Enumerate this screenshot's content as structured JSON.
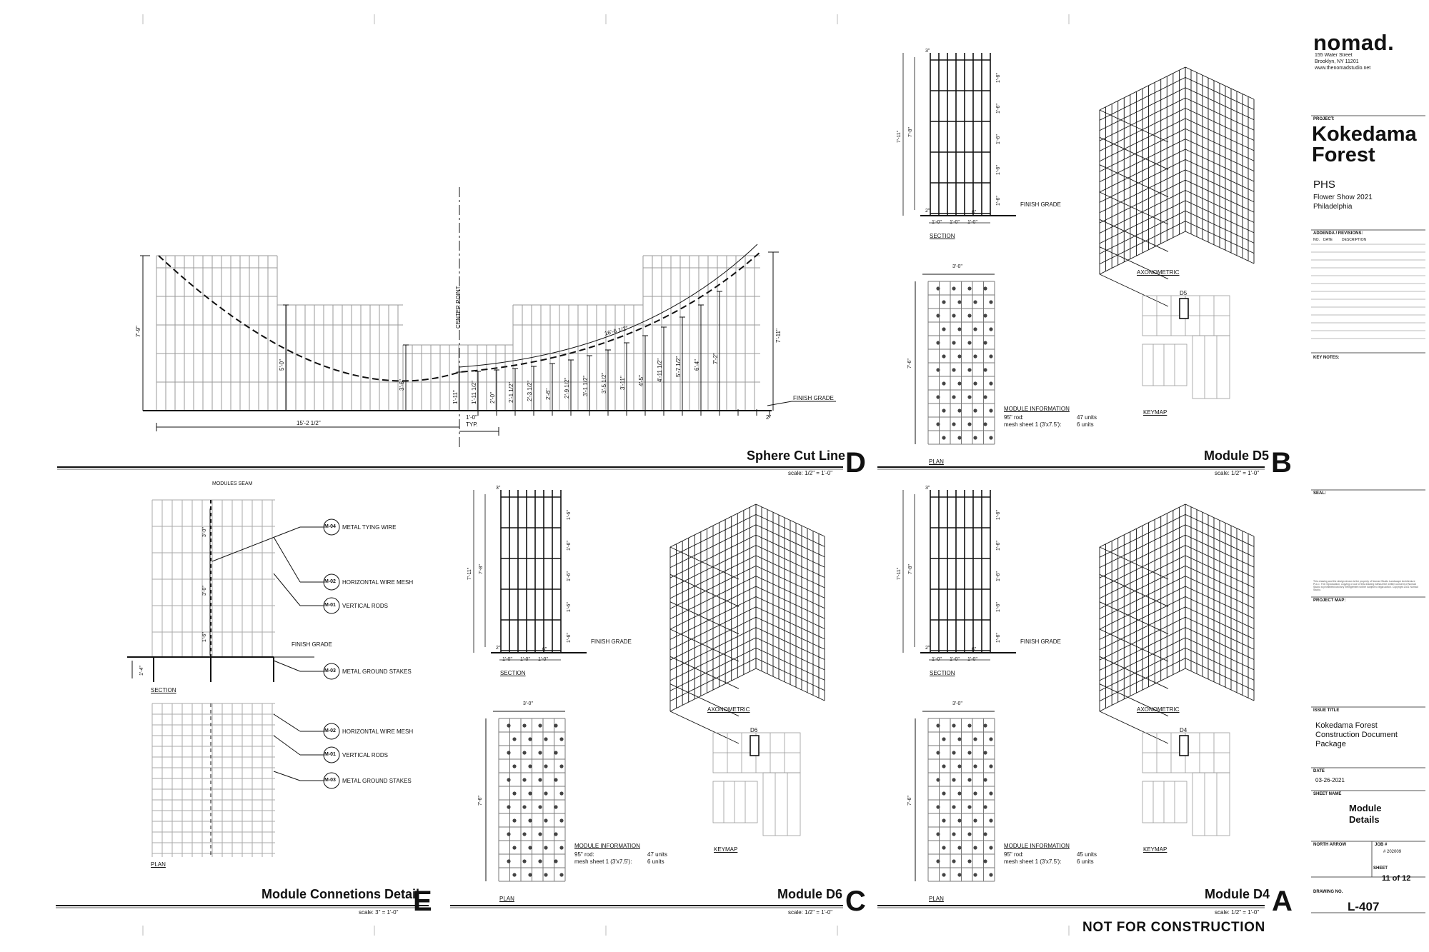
{
  "firm": {
    "name": "nomad.",
    "address1": "155 Water Street",
    "address2": "Brooklyn, NY 11201",
    "web": "www.thenomadstudio.net"
  },
  "title_block": {
    "project_label": "PROJECT:",
    "project_name_1": "Kokedama",
    "project_name_2": "Forest",
    "client": "PHS",
    "event": "Flower Show 2021",
    "city": "Philadelphia",
    "addenda_label": "ADDENDA / REVISIONS:",
    "no_label": "NO.",
    "date_col": "DATE",
    "desc_col": "DESCRIPTION",
    "key_notes_label": "KEY NOTES:",
    "seal_label": "SEAL:",
    "notice": "This drawing and the design shown is the property of Nomad Studio Landscape Architecture PLLC. The reproduction, copying or use of this drawing without the written consent of Nomad Studio is prohibited and any infringement will be subject to legal action. Copyright 2021 Nomad Studio.",
    "project_map_label": "PROJECT MAP:",
    "issue_title_label": "ISSUE TITLE",
    "issue_1": "Kokedama Forest",
    "issue_2": "Construction Document",
    "issue_3": "Package",
    "date_label": "DATE",
    "date": "03-26-2021",
    "sheet_name_label": "SHEET NAME",
    "sheet_name_1": "Module",
    "sheet_name_2": "Details",
    "north_arrow_label": "NORTH ARROW",
    "job_label": "JOB #",
    "job": "# 202009",
    "sheet_label": "SHEET",
    "sheet": "11 of 12",
    "drawing_no_label": "DRAWING NO.",
    "drawing_no": "L-407",
    "stamp": "NOT FOR CONSTRUCTION"
  },
  "panels": {
    "D": {
      "title": "Sphere Cut Line",
      "letter": "D",
      "scale": "scale: 1/2\" = 1'-0\""
    },
    "B": {
      "title": "Module D5",
      "letter": "B",
      "scale": "scale: 1/2\" = 1'-0\""
    },
    "E": {
      "title": "Module Connetions Detail",
      "letter": "E",
      "scale": "scale: 3\" = 1'-0\""
    },
    "C": {
      "title": "Module D6",
      "letter": "C",
      "scale": "scale: 1/2\" = 1'-0\""
    },
    "A": {
      "title": "Module D4",
      "letter": "A",
      "scale": "scale: 1/2\" = 1'-0\""
    }
  },
  "sphere": {
    "center_point": "CENTER POINT",
    "finish_grade": "FINISH GRADE",
    "dim_width": "15'-2 1/2\"",
    "dim_left_h": "7'-9\"",
    "dim_right_h": "7'-11\"",
    "arc_label": "16'-6 1/2\"",
    "typ_1": "1'-0\"",
    "typ_2": "TYP.",
    "grade_off": "2\"",
    "heights": [
      "5'-0\"",
      "3'-6\"",
      "1'-11\"",
      "1'-11 1/2\"",
      "2'-0\"",
      "2'-1 1/2\"",
      "2'-3 1/2\"",
      "2'-6\"",
      "2'-9 1/2\"",
      "3'-1 1/2\"",
      "3'-5 1/2\"",
      "3'-11\"",
      "4'-5\"",
      "4'-11 1/2\"",
      "5'-7 1/2\"",
      "6'-4\"",
      "7'-2\""
    ]
  },
  "module_common": {
    "section": "SECTION",
    "plan": "PLAN",
    "axonometric": "AXONOMETRIC",
    "keymap": "KEYMAP",
    "finish_grade": "FINISH GRADE",
    "module_info": "MODULE INFORMATION",
    "rod": "95\" rod:",
    "mesh": "mesh sheet 1 (3'x7.5'):",
    "seg": "1'-0\"",
    "seg_h": "1'-6\"",
    "top_off": "3\"",
    "bot_off": "2\"",
    "inner_h": "7'-8\"",
    "total_h": "7'-11\"",
    "plan_w": "3'-0\"",
    "plan_h": "7'-6\"",
    "stake_dim": "6\""
  },
  "modules": {
    "D5": {
      "key": "D5",
      "rods": "47 units",
      "mesh": "6 units"
    },
    "D6": {
      "key": "D6",
      "rods": "47 units",
      "mesh": "6 units"
    },
    "D4": {
      "key": "D4",
      "rods": "45 units",
      "mesh": "6 units"
    }
  },
  "connections": {
    "modules_seam": "MODULES SEAM",
    "finish_grade": "FINISH GRADE",
    "section": "SECTION",
    "plan": "PLAN",
    "dim_1": "3'-0\"",
    "dim_2": "3'-0\"",
    "dim_3": "1'-6\"",
    "dim_4": "1'-4\"",
    "callouts": [
      {
        "code": "M-04",
        "text": "METAL TYING WIRE"
      },
      {
        "code": "M-02",
        "text": "HORIZONTAL WIRE MESH"
      },
      {
        "code": "M-01",
        "text": "VERTICAL RODS"
      },
      {
        "code": "M-03",
        "text": "METAL GROUND STAKES"
      },
      {
        "code": "M-02",
        "text": "HORIZONTAL WIRE MESH"
      },
      {
        "code": "M-01",
        "text": "VERTICAL RODS"
      },
      {
        "code": "M-03",
        "text": "METAL GROUND STAKES"
      }
    ]
  },
  "colors": {
    "line": "#111111",
    "grid": "#9a9a9a",
    "light": "#c8c8c8"
  }
}
